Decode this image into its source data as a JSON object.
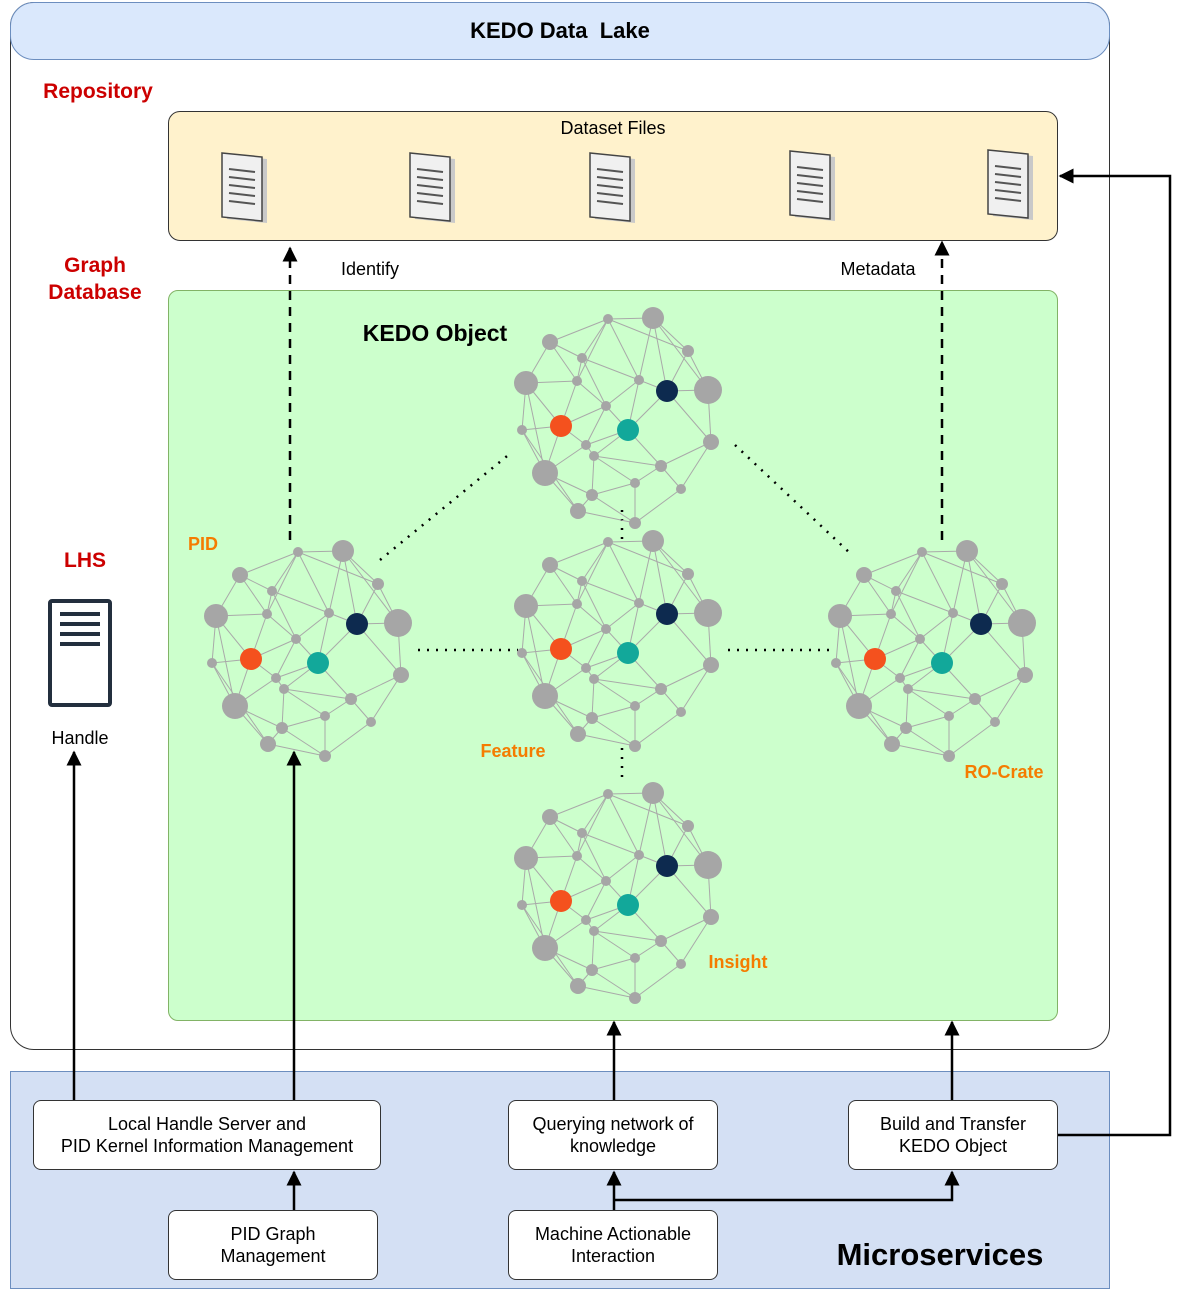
{
  "title": "KEDO Data  Lake",
  "sections": {
    "repository": "Repository",
    "graph_database": "Graph\nDatabase",
    "lhs": "LHS"
  },
  "repository": {
    "title": "Dataset Files",
    "file_count": 5
  },
  "edge_labels": {
    "identify": "Identify",
    "metadata": "Metadata"
  },
  "graph": {
    "title": "KEDO Object",
    "objects": {
      "pid": "PID",
      "feature": "Feature",
      "ro_crate": "RO-Crate",
      "insight": "Insight"
    }
  },
  "handle": {
    "label": "Handle"
  },
  "microservices": {
    "title": "Microservices",
    "local_handle": "Local Handle Server and\nPID Kernel Information Management",
    "pid_graph": "PID Graph\nManagement",
    "querying": "Querying network of\nknowledge",
    "machine": "Machine Actionable\nInteraction",
    "build": "Build and Transfer\nKEDO Object"
  },
  "colors": {
    "lake_header": "#dae8fc",
    "repository_fill": "#fff2cc",
    "graph_fill": "#ccffcc",
    "micro_fill": "#d4e0f4",
    "section_label": "#cc0000",
    "object_label": "#f57c00",
    "node_orange": "#f4511e",
    "node_teal": "#12a89a",
    "node_navy": "#0d2a4f",
    "node_gray": "#a6a6a6"
  }
}
